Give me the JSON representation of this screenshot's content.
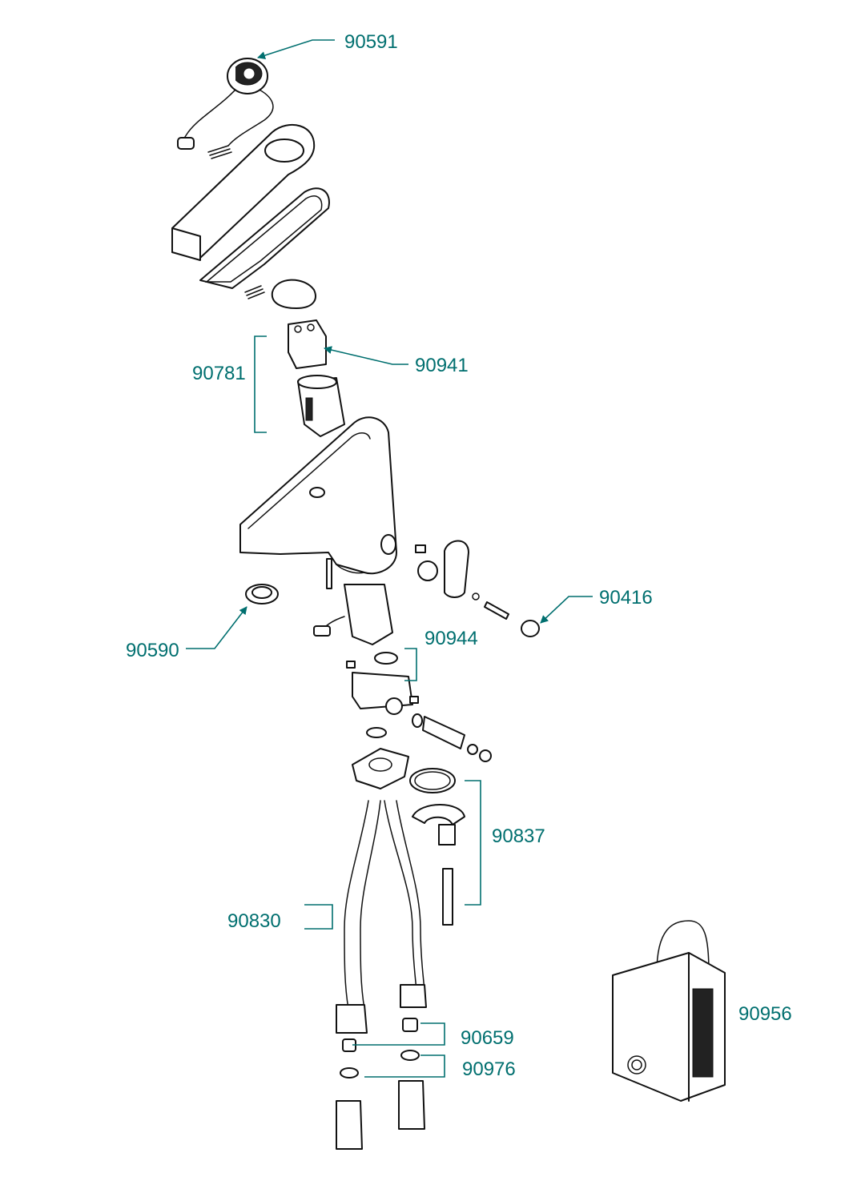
{
  "accent_color": "#006f6f",
  "callouts": {
    "c90591": "90591",
    "c90941": "90941",
    "c90781": "90781",
    "c90416": "90416",
    "c90590": "90590",
    "c90944": "90944",
    "c90837": "90837",
    "c90830": "90830",
    "c90956": "90956",
    "c90659": "90659",
    "c90976": "90976"
  }
}
